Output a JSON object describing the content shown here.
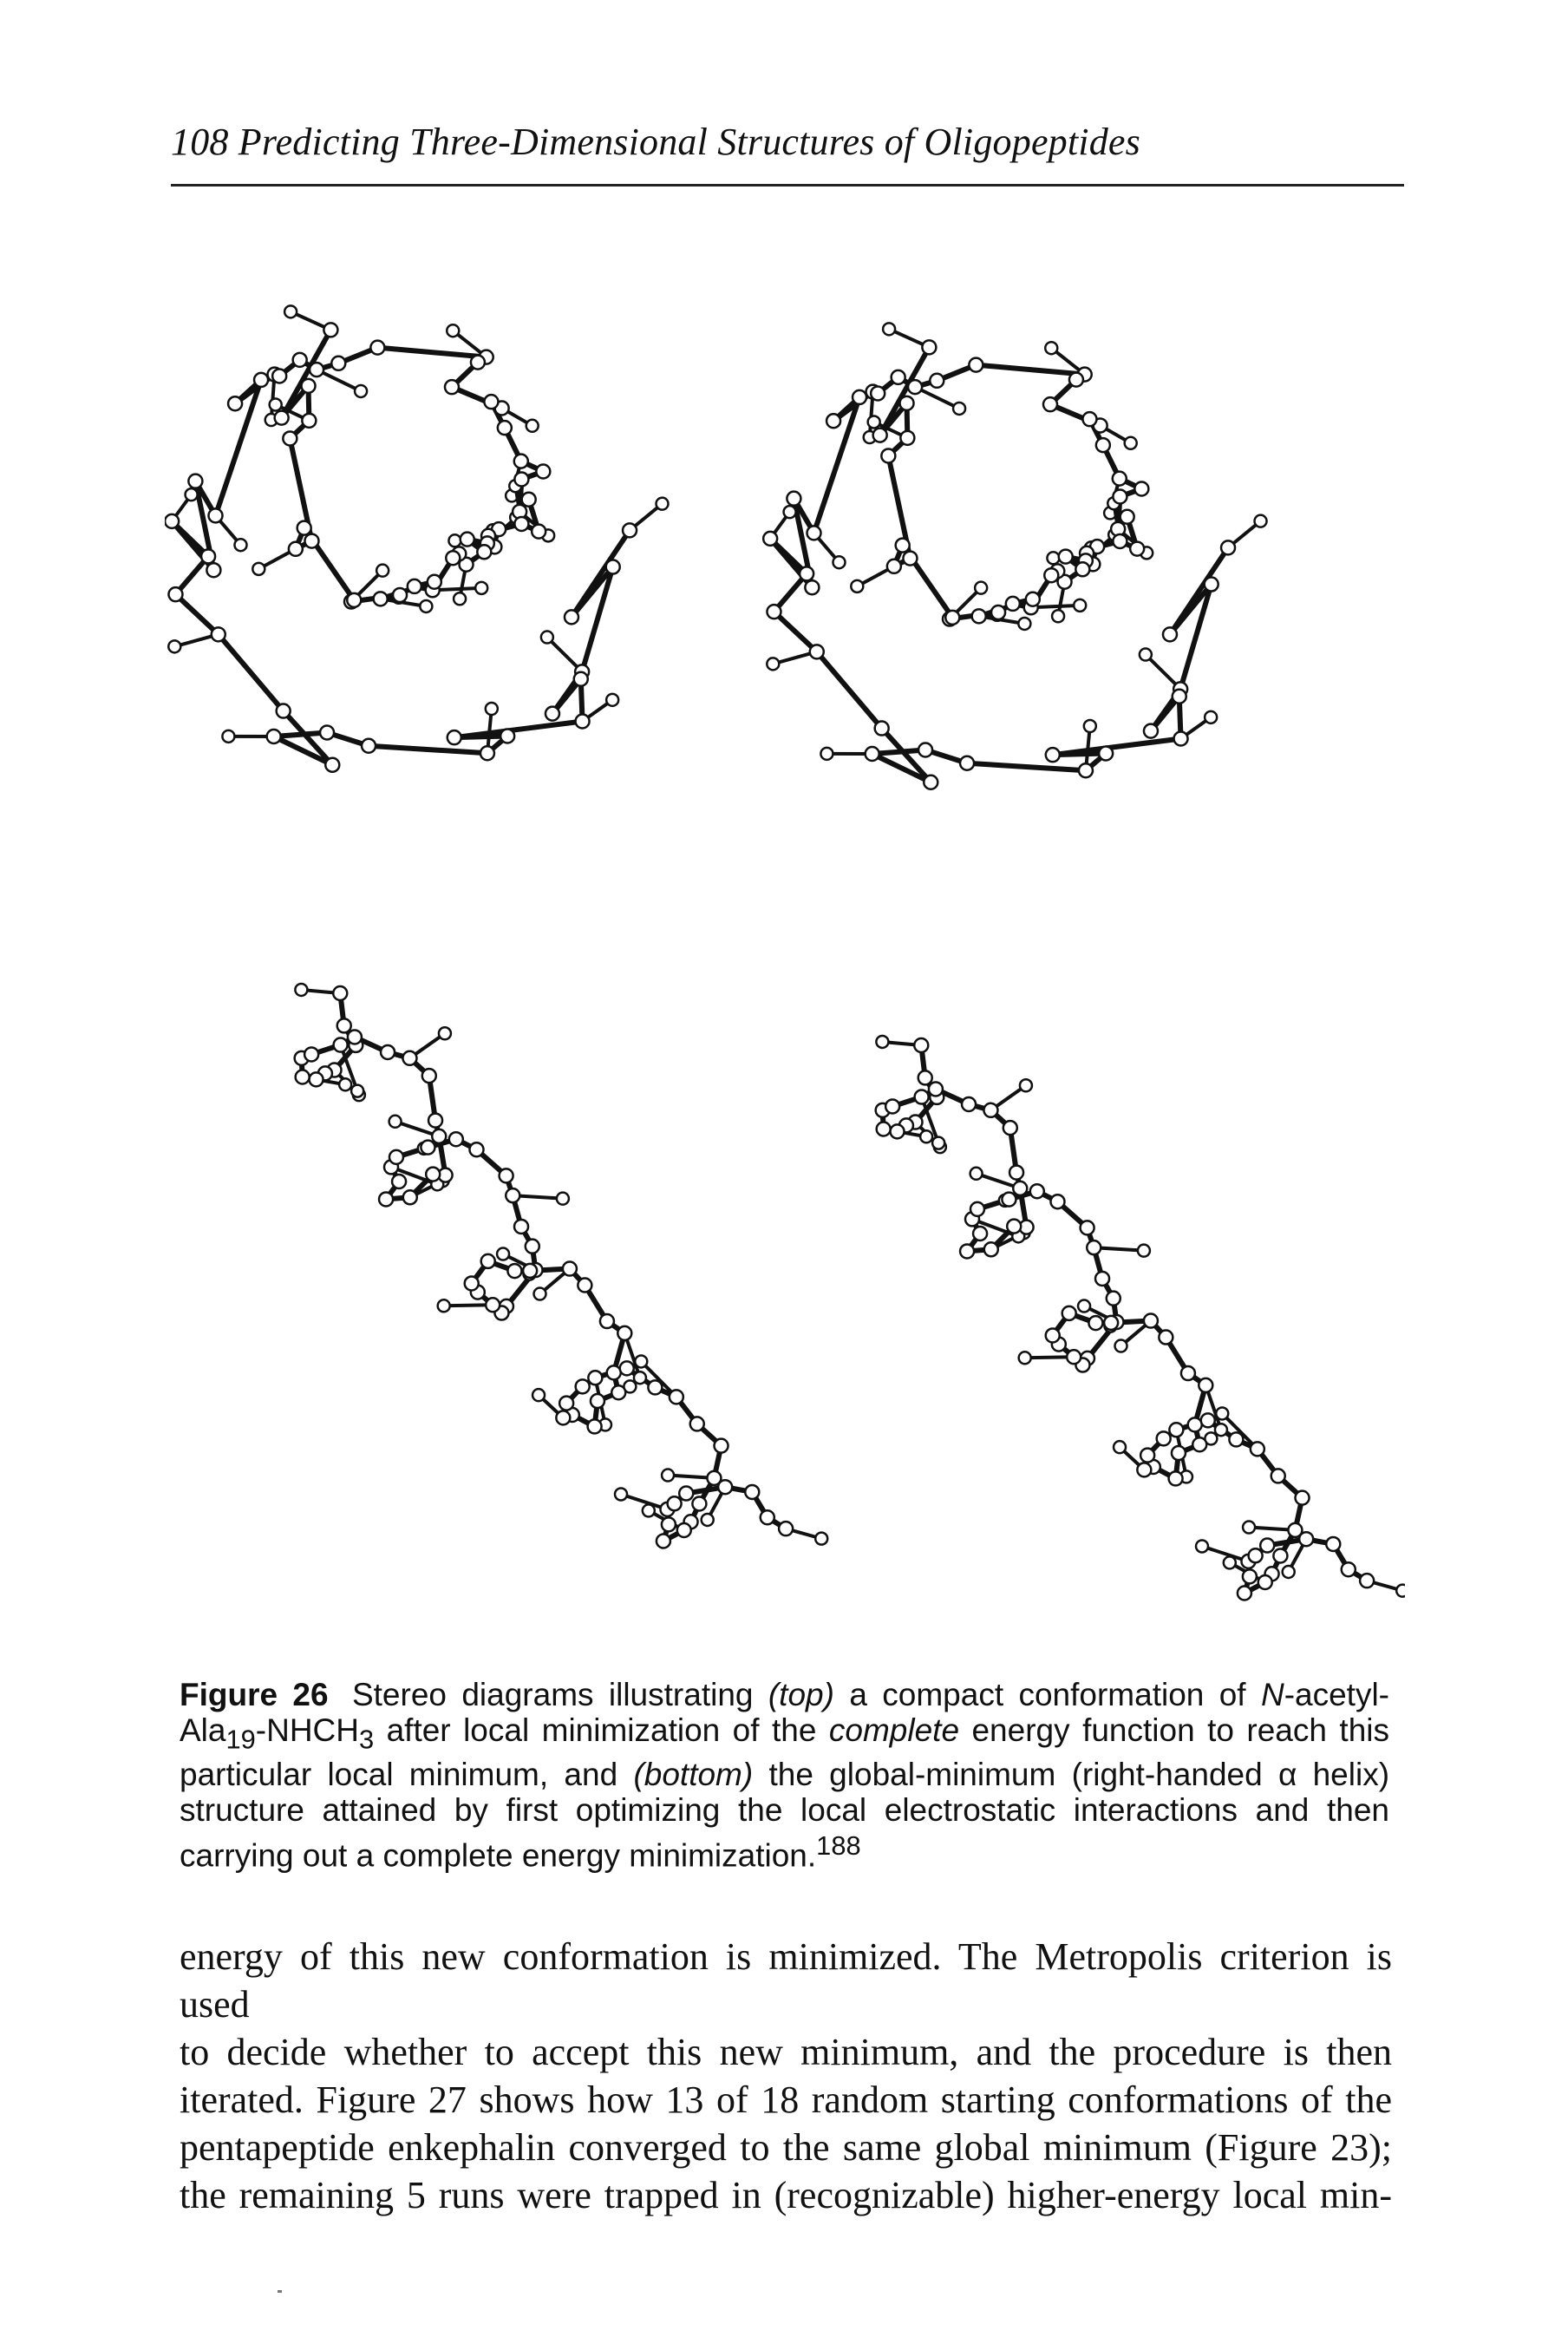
{
  "page": {
    "running_head": "108 Predicting Three-Dimensional Structures of Oligopeptides"
  },
  "figure": {
    "label": "Figure 26",
    "caption_parts": {
      "p1": "Stereo diagrams illustrating",
      "top": "(top)",
      "p2": "a compact conformation of",
      "n": "N",
      "p3": "-acetyl-Ala",
      "sub19": "19",
      "p4": "-NHCH",
      "sub3": "3",
      "p5": "after local minimization of the",
      "complete": "complete",
      "p6": "energy function to reach this particular local minimum, and",
      "bottom": "(bottom)",
      "p7": "the global-minimum (right-handed α helix) structure attained by first optimizing the local electrostatic interactions and then carrying out a complete energy minimization.",
      "ref": "188"
    }
  },
  "body": {
    "lines": [
      "energy of this new conformation is minimized. The Metropolis criterion is used",
      "to decide whether to accept this new minimum, and the procedure is then",
      "iterated. Figure 27 shows how 13 of 18 random starting conformations of the",
      "pentapeptide enkephalin converged to the same global minimum (Figure 23);",
      "the remaining 5 runs were trapped in (recognizable) higher-energy local min-"
    ]
  }
}
